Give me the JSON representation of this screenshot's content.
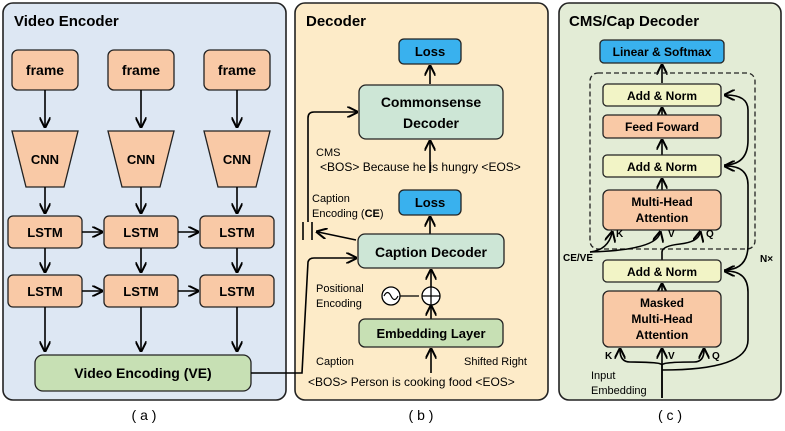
{
  "panel_a": {
    "title": "Video Encoder",
    "frame_label": "frame",
    "cnn_label": "CNN",
    "lstm_label": "LSTM",
    "video_encoding": "Video Encoding (VE)",
    "caption": "( a )"
  },
  "panel_b": {
    "title": "Decoder",
    "loss_label": "Loss",
    "commonsense_line1": "Commonsense",
    "commonsense_line2": "Decoder",
    "cms_label": "CMS",
    "cms_sentence": "<BOS> Because he is hungry <EOS>",
    "caption_encoding_line1": "Caption",
    "caption_encoding_line2": "Encoding (",
    "caption_encoding_ce": "CE",
    "caption_encoding_close": ")",
    "caption_decoder": "Caption Decoder",
    "positional_line1": "Positional",
    "positional_line2": "Encoding",
    "plus_symbol": "⊕",
    "wave_symbol": "~",
    "embedding_layer": "Embedding Layer",
    "caption_label": "Caption",
    "shifted_right": "Shifted Right",
    "caption_sentence": "<BOS> Person is cooking food <EOS>",
    "caption": "( b )"
  },
  "panel_c": {
    "title": "CMS/Cap Decoder",
    "linear_softmax": "Linear & Softmax",
    "add_norm": "Add & Norm",
    "feed_forward": "Feed Foward",
    "mha_line1": "Multi-Head",
    "mha_line2": "Attention",
    "k": "K",
    "v": "V",
    "q": "Q",
    "ce_ve": "CE/VE",
    "nx": "N×",
    "masked_line1": "Masked",
    "masked_line2": "Multi-Head",
    "masked_line3": "Attention",
    "input_line1": "Input",
    "input_line2": "Embedding",
    "caption": "( c )"
  },
  "colors": {
    "panel_a_bg": "#dde7f3",
    "panel_b_bg": "#fdebc8",
    "panel_c_bg": "#e3ecd6",
    "orange_box": "#f9c9a6",
    "green_box": "#c7e0b4",
    "blue_box": "#39b1ee",
    "yellow_box": "#f2f4c6",
    "mint_box": "#cde6d6"
  }
}
